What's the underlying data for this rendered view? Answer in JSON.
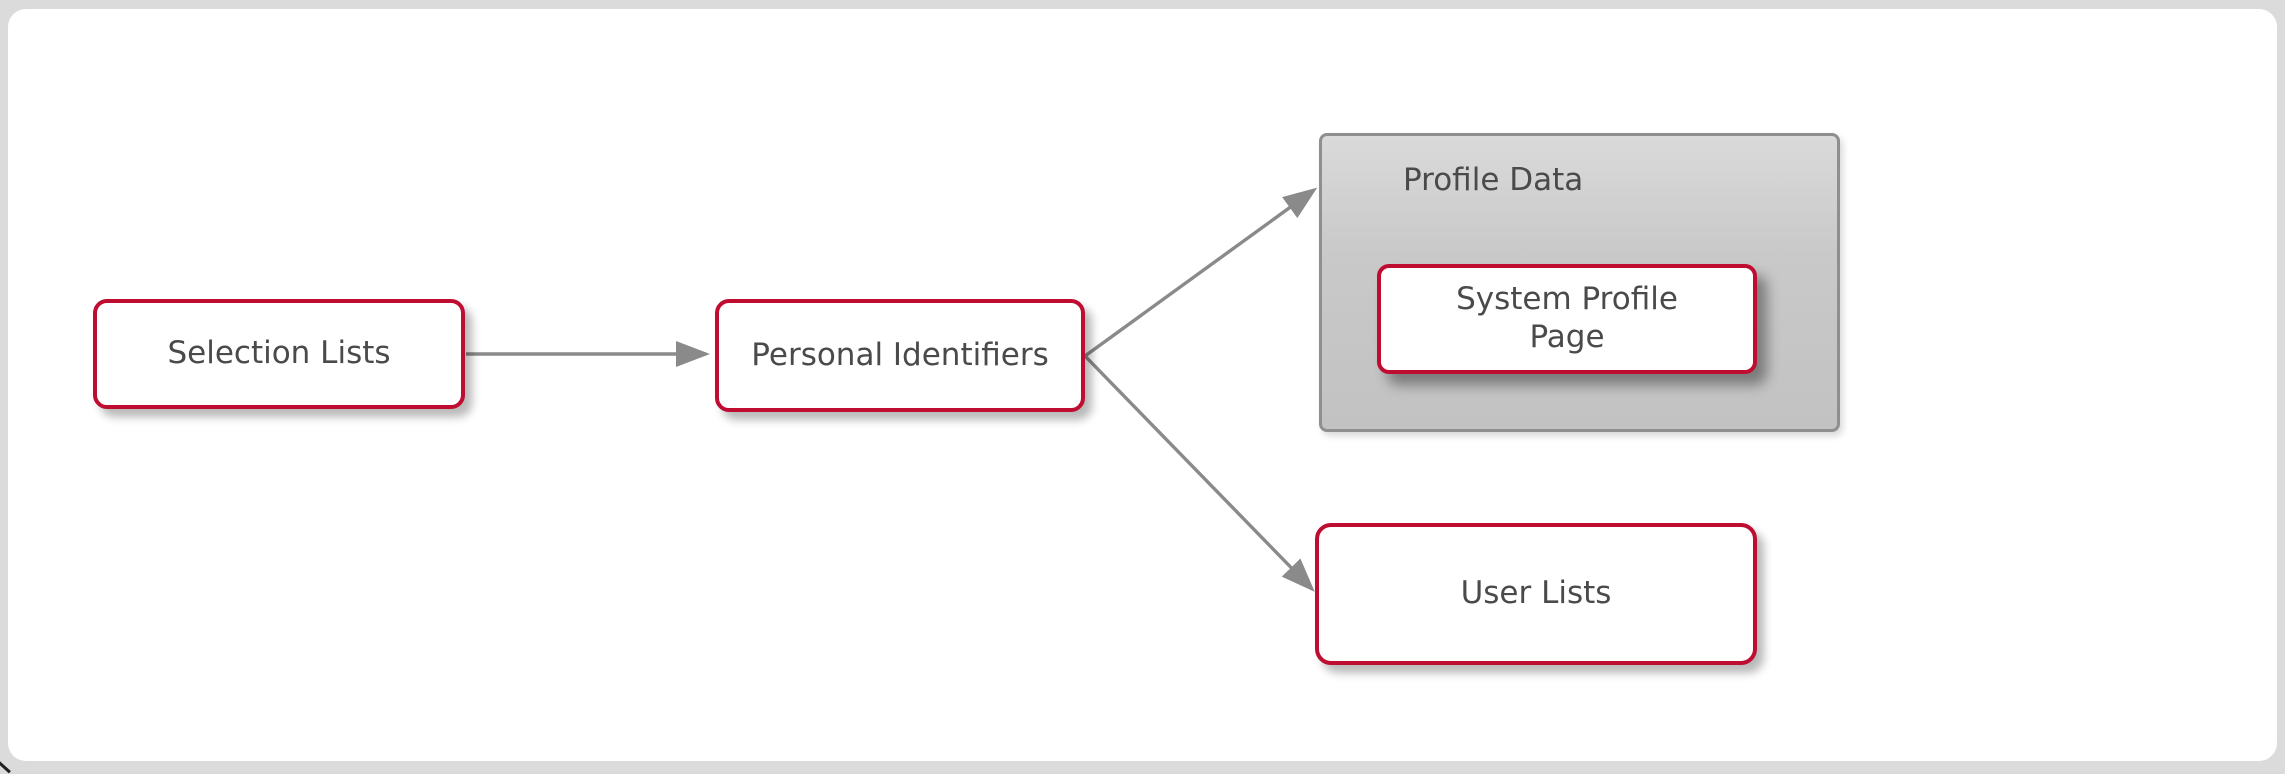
{
  "diagram": {
    "nodes": {
      "selection_lists": {
        "label": "Selection Lists",
        "shape": "rounded-rect",
        "border_color": "#bf0d32",
        "fill": "#ffffff"
      },
      "personal_identifiers": {
        "label": "Personal Identifiers",
        "shape": "rounded-rect",
        "border_color": "#bf0d32",
        "fill": "#ffffff"
      },
      "profile_data": {
        "label": "Profile Data",
        "shape": "container",
        "border_color": "#8f8f8f",
        "fill_top": "#dadada",
        "fill_bottom": "#c2c2c2"
      },
      "system_profile_page": {
        "label": "System Profile Page",
        "shape": "rounded-rect",
        "border_color": "#bf0d32",
        "fill": "#ffffff",
        "parent": "profile_data"
      },
      "user_lists": {
        "label": "User Lists",
        "shape": "rounded-rect",
        "border_color": "#bf0d32",
        "fill": "#ffffff"
      }
    },
    "edges": [
      {
        "from": "selection_lists",
        "to": "personal_identifiers",
        "style": "arrow"
      },
      {
        "from": "personal_identifiers",
        "to": "profile_data",
        "style": "arrow"
      },
      {
        "from": "personal_identifiers",
        "to": "user_lists",
        "style": "arrow"
      }
    ],
    "colors": {
      "connector": "#8a8a8a",
      "node_border": "#bf0d32",
      "text": "#4a4a4a",
      "canvas": "#ffffff",
      "frame": "#dbdbdb"
    }
  }
}
